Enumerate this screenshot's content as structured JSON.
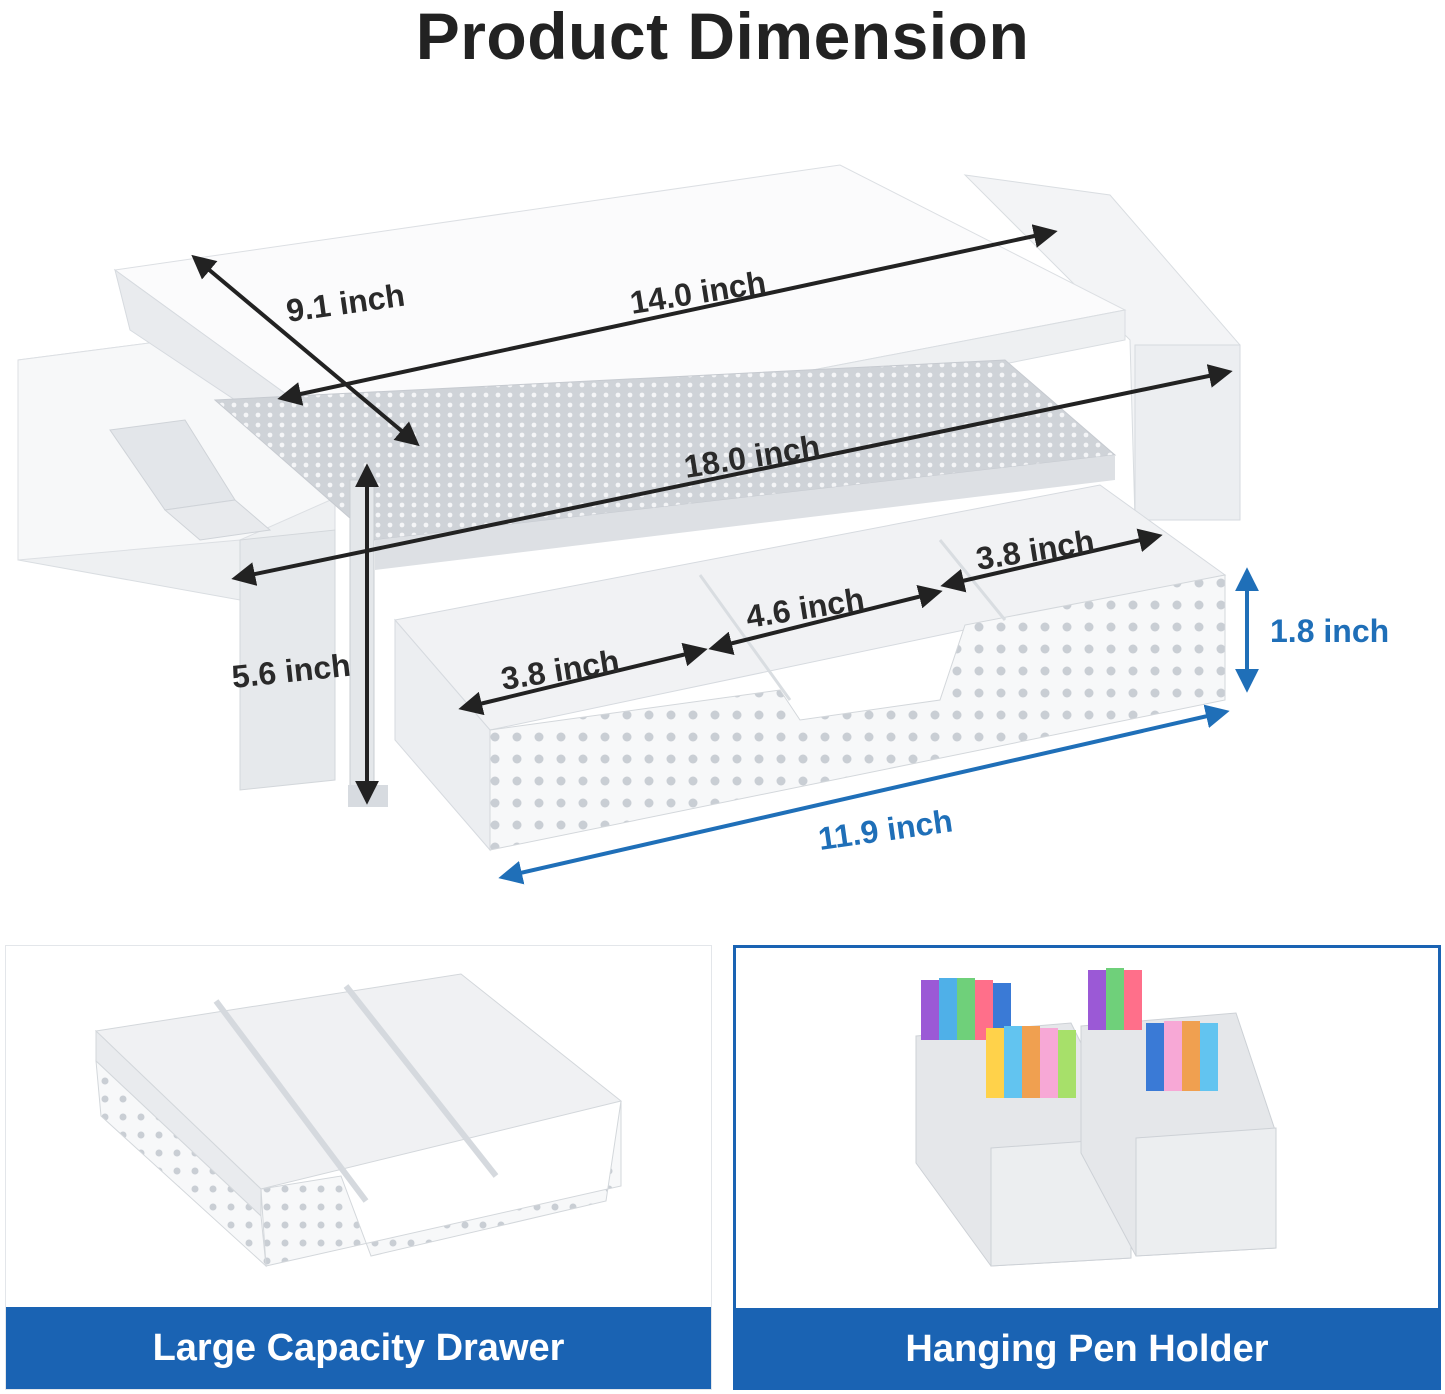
{
  "page": {
    "title": "Product Dimension"
  },
  "dimensions": {
    "depth": "9.1 inch",
    "top_width": "14.0 inch",
    "overall_width": "18.0 inch",
    "height": "5.6 inch",
    "drawer_left": "3.8 inch",
    "drawer_middle": "4.6 inch",
    "drawer_right": "3.8 inch",
    "drawer_height": "1.8 inch",
    "drawer_width": "11.9 inch"
  },
  "panels": {
    "drawer_caption": "Large Capacity Drawer",
    "pen_holder_caption": "Hanging Pen Holder"
  },
  "colors": {
    "accent_blue": "#1a63b3",
    "dimension_blue": "#1f6fb8",
    "text_dark": "#222222"
  }
}
